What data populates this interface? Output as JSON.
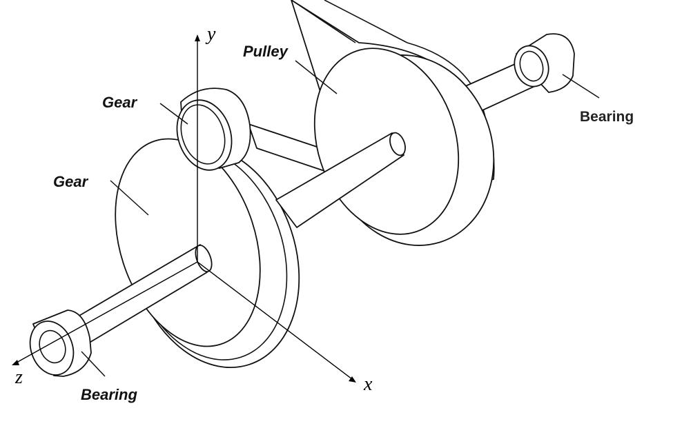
{
  "labels": {
    "pulley": "Pulley",
    "gear_small": "Gear",
    "gear_large": "Gear",
    "bearing_right": "Bearing",
    "bearing_left": "Bearing"
  },
  "axes": {
    "x": "x",
    "y": "y",
    "z": "z"
  }
}
